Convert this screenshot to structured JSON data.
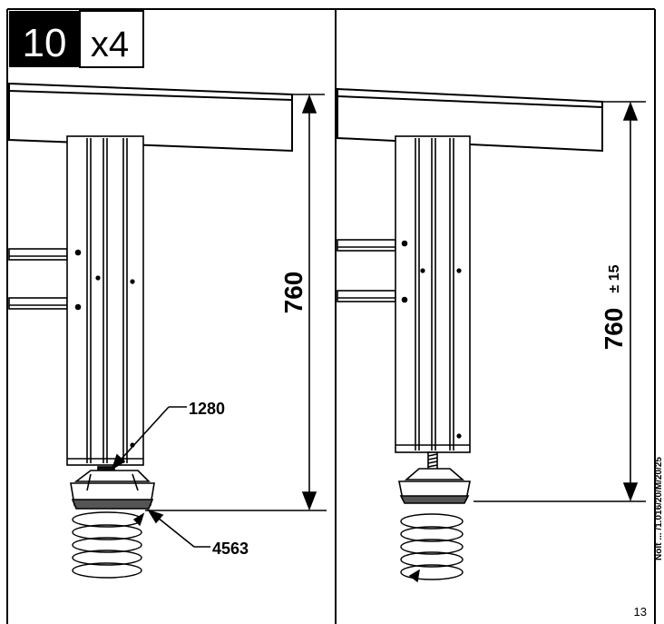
{
  "step": {
    "number": "10",
    "quantity": "x4"
  },
  "left_panel": {
    "height_dimension": "760",
    "callouts": [
      {
        "code": "1280"
      },
      {
        "code": "4563"
      }
    ]
  },
  "right_panel": {
    "height_dimension": "760",
    "tolerance": "± 15"
  },
  "page_number": "13",
  "side_text": "Nolt ... /1.016/20/M/20/25"
}
